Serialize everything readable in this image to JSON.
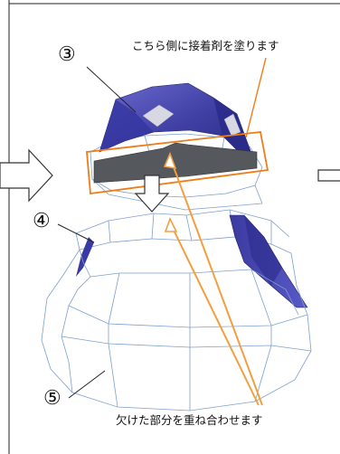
{
  "labels": {
    "part3": "③",
    "part4": "④",
    "part5": "⑤",
    "glue_note": "こちら側に接着剤を塗ります",
    "overlap_note": "欠けた部分を重ね合わせます"
  },
  "colors": {
    "panel_blue": "#4a4aa8",
    "panel_blue_dark": "#2c2c80",
    "glue_band": "#55585c",
    "wire": "#7d9fd0",
    "accent_orange": "#ee7d18",
    "arrow_outline": "#333333"
  }
}
